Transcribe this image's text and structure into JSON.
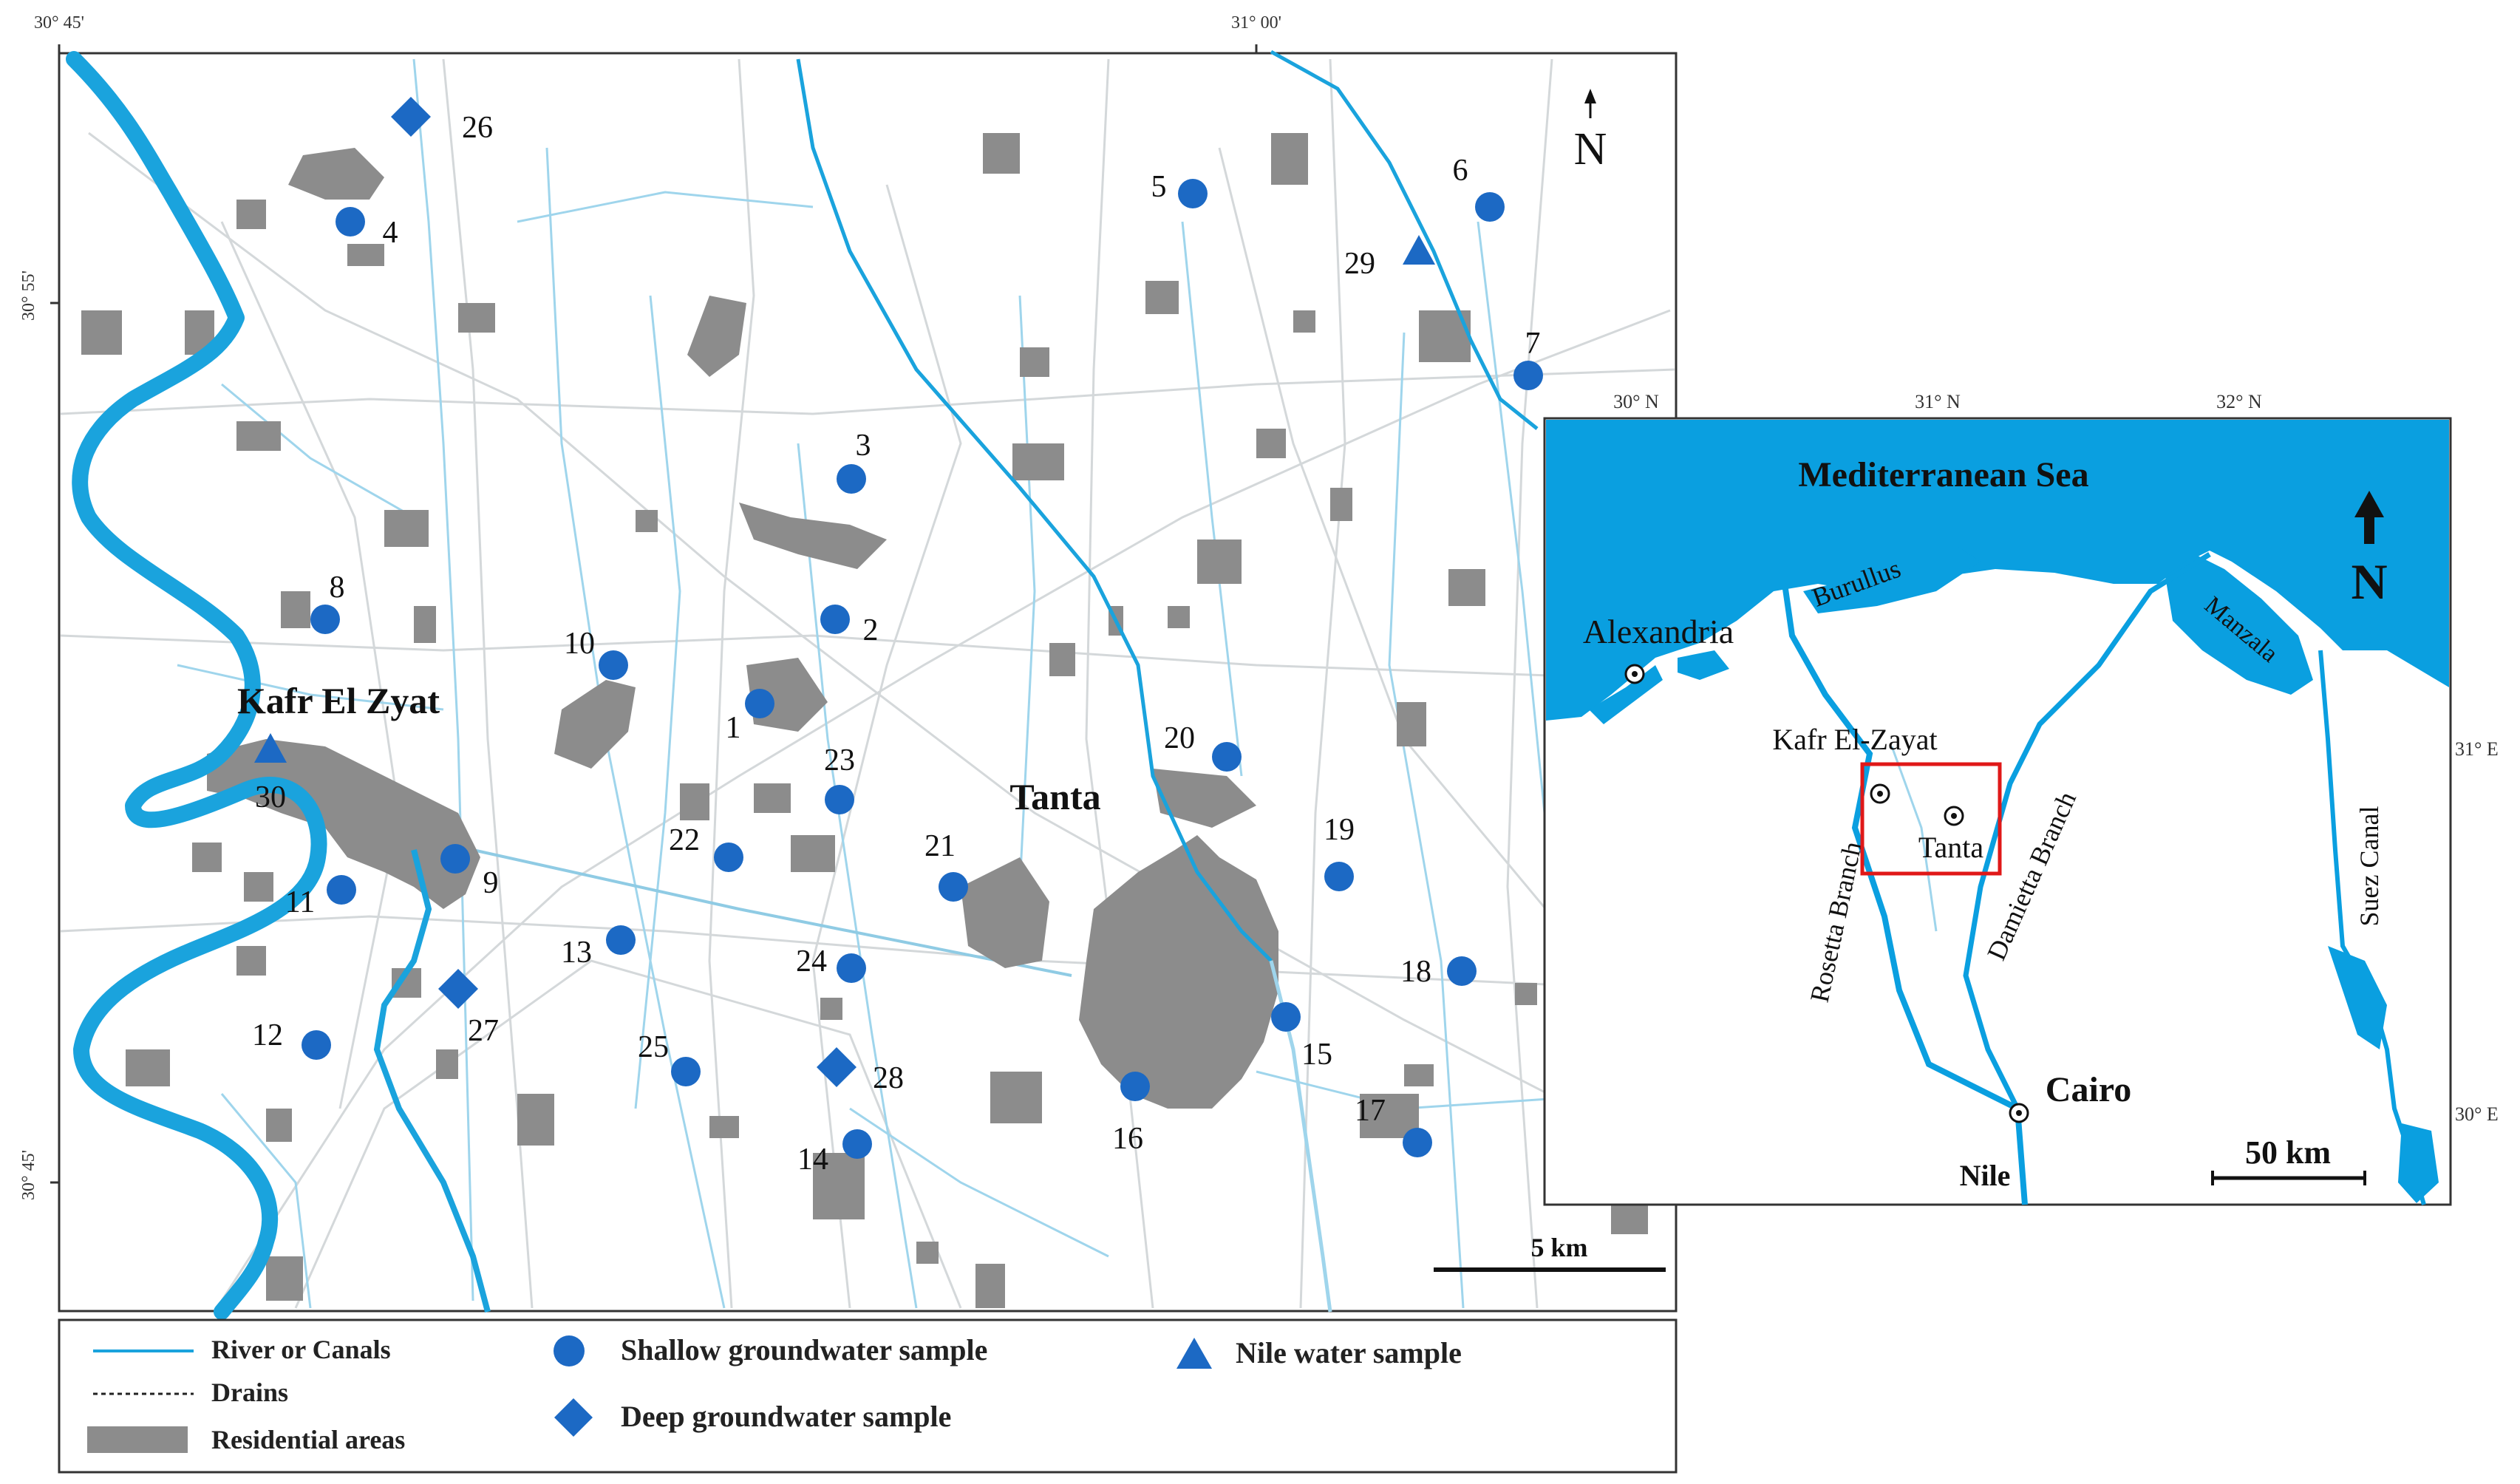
{
  "colors": {
    "river": "#1aa3dd",
    "canal": "#9fd5ec",
    "road": "#d4d8da",
    "residential": "#8c8c8c",
    "shallow_sample": "#1c69c4",
    "deep_sample": "#1c69c4",
    "nile_sample": "#1c69c4",
    "sea": "#0a9fe0",
    "inset_box": "#e01818"
  },
  "main_map": {
    "graticule": {
      "top": [
        "30° 45'",
        "31° 00'"
      ],
      "left": [
        "30° 55'",
        "30° 45'"
      ]
    },
    "north_label": "N",
    "scalebar_label": "5 km",
    "cities": [
      "Kafr El Zyat",
      "Tanta"
    ],
    "samples": [
      {
        "id": "1",
        "type": "shallow"
      },
      {
        "id": "2",
        "type": "shallow"
      },
      {
        "id": "3",
        "type": "shallow"
      },
      {
        "id": "4",
        "type": "shallow"
      },
      {
        "id": "5",
        "type": "shallow"
      },
      {
        "id": "6",
        "type": "shallow"
      },
      {
        "id": "7",
        "type": "shallow"
      },
      {
        "id": "8",
        "type": "shallow"
      },
      {
        "id": "9",
        "type": "shallow"
      },
      {
        "id": "10",
        "type": "shallow"
      },
      {
        "id": "11",
        "type": "shallow"
      },
      {
        "id": "12",
        "type": "shallow"
      },
      {
        "id": "13",
        "type": "shallow"
      },
      {
        "id": "14",
        "type": "shallow"
      },
      {
        "id": "15",
        "type": "shallow"
      },
      {
        "id": "16",
        "type": "shallow"
      },
      {
        "id": "17",
        "type": "shallow"
      },
      {
        "id": "18",
        "type": "shallow"
      },
      {
        "id": "19",
        "type": "shallow"
      },
      {
        "id": "20",
        "type": "shallow"
      },
      {
        "id": "21",
        "type": "shallow"
      },
      {
        "id": "22",
        "type": "shallow"
      },
      {
        "id": "23",
        "type": "shallow"
      },
      {
        "id": "24",
        "type": "shallow"
      },
      {
        "id": "25",
        "type": "shallow"
      },
      {
        "id": "26",
        "type": "deep"
      },
      {
        "id": "27",
        "type": "deep"
      },
      {
        "id": "28",
        "type": "deep"
      },
      {
        "id": "29",
        "type": "nile"
      },
      {
        "id": "30",
        "type": "nile"
      }
    ]
  },
  "legend": {
    "river": "River or Canals",
    "drains": "Drains",
    "residential": "Residential  areas",
    "shallow": "Shallow groundwater sample",
    "deep": "Deep groundwater sample",
    "nile": "Nile water sample"
  },
  "inset": {
    "lon_labels": [
      "30° N",
      "31° N",
      "32° N"
    ],
    "lat_labels": [
      "31° E",
      "30° E"
    ],
    "sea": "Mediterranean Sea",
    "lake_burullus": "Burullus",
    "lake_manzala": "Manzala",
    "alexandria": "Alexandria",
    "kafr": "Kafr El-Zayat",
    "tanta": "Tanta",
    "rosetta": "Rosetta Branch",
    "damietta": "Damietta Branch",
    "suez": "Suez Canal",
    "cairo": "Cairo",
    "nile": "Nile",
    "north_label": "N",
    "scalebar_label": "50 km"
  }
}
